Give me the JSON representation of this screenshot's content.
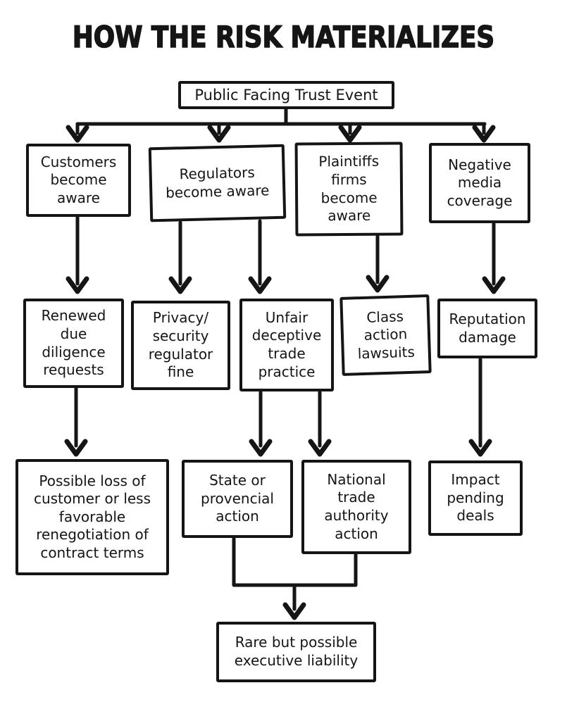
{
  "page": {
    "background_color": "#ffffff",
    "ink_color": "#151515"
  },
  "diagram": {
    "title": "HOW THE RISK MATERIALIZES",
    "type": "flowchart",
    "nodes": [
      {
        "id": "trust-event",
        "label": "Public Facing Trust Event"
      },
      {
        "id": "customers-aware",
        "label": "Customers become aware"
      },
      {
        "id": "regulators-aware",
        "label": "Regulators become aware"
      },
      {
        "id": "plaintiffs-aware",
        "label": "Plaintiffs firms become aware"
      },
      {
        "id": "negative-media",
        "label": "Negative media coverage"
      },
      {
        "id": "renewed-diligence",
        "label": "Renewed due diligence requests"
      },
      {
        "id": "privacy-fine",
        "label": "Privacy/ security regulator fine"
      },
      {
        "id": "unfair-trade",
        "label": "Unfair deceptive trade practice"
      },
      {
        "id": "class-action",
        "label": "Class action lawsuits"
      },
      {
        "id": "reputation-damage",
        "label": "Reputation damage"
      },
      {
        "id": "possible-loss",
        "label": "Possible loss of customer or less favorable renegotiation of contract terms"
      },
      {
        "id": "state-action",
        "label": "State or provencial action"
      },
      {
        "id": "national-action",
        "label": "National trade authority action"
      },
      {
        "id": "impact-deals",
        "label": "Impact pending deals"
      },
      {
        "id": "executive-liability",
        "label": "Rare but possible executive liability"
      }
    ],
    "edges": [
      {
        "from": "trust-event",
        "to": "customers-aware"
      },
      {
        "from": "trust-event",
        "to": "regulators-aware"
      },
      {
        "from": "trust-event",
        "to": "plaintiffs-aware"
      },
      {
        "from": "trust-event",
        "to": "negative-media"
      },
      {
        "from": "customers-aware",
        "to": "renewed-diligence"
      },
      {
        "from": "regulators-aware",
        "to": "privacy-fine"
      },
      {
        "from": "regulators-aware",
        "to": "unfair-trade"
      },
      {
        "from": "plaintiffs-aware",
        "to": "class-action"
      },
      {
        "from": "negative-media",
        "to": "reputation-damage"
      },
      {
        "from": "renewed-diligence",
        "to": "possible-loss"
      },
      {
        "from": "unfair-trade",
        "to": "state-action"
      },
      {
        "from": "unfair-trade",
        "to": "national-action"
      },
      {
        "from": "reputation-damage",
        "to": "impact-deals"
      },
      {
        "from": "state-action",
        "to": "executive-liability"
      },
      {
        "from": "national-action",
        "to": "executive-liability"
      }
    ]
  }
}
